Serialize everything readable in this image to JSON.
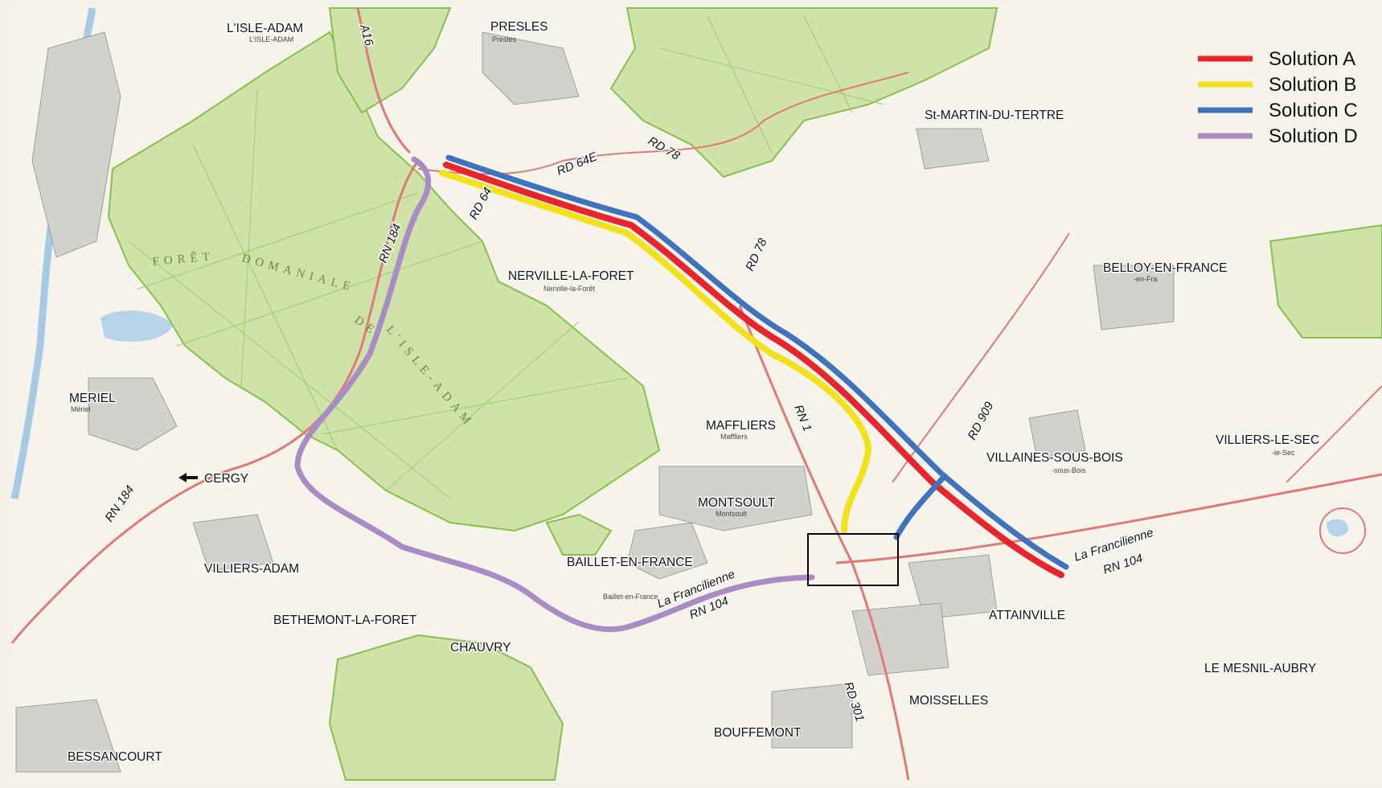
{
  "places": [
    {
      "id": "l-isle-adam",
      "label": "L'ISLE-ADAM",
      "sub": "L'ISLE-ADAM"
    },
    {
      "id": "presles",
      "label": "PRESLES",
      "sub": "Presles"
    },
    {
      "id": "st-martin-du-tertre",
      "label": "St-MARTIN-DU-TERTRE",
      "sub": ""
    },
    {
      "id": "belloy-en-france",
      "label": "BELLOY-EN-FRANCE",
      "sub": "-en-Fra"
    },
    {
      "id": "nerville-la-foret",
      "label": "NERVILLE-LA-FORET",
      "sub": "Nerville-la-Forêt"
    },
    {
      "id": "meriel",
      "label": "MERIEL",
      "sub": "Mériel"
    },
    {
      "id": "maffliers",
      "label": "MAFFLIERS",
      "sub": "Maffliers"
    },
    {
      "id": "villaines-sous-bois",
      "label": "VILLAINES-SOUS-BOIS",
      "sub": "-sous-Bois"
    },
    {
      "id": "villiers-le-sec",
      "label": "VILLIERS-LE-SEC",
      "sub": "-le-Sec"
    },
    {
      "id": "montsoult",
      "label": "MONTSOULT",
      "sub": "Montsoult"
    },
    {
      "id": "villiers-adam",
      "label": "VILLIERS-ADAM",
      "sub": ""
    },
    {
      "id": "baillet-en-france",
      "label": "BAILLET-EN-FRANCE",
      "sub": "Baillet-en-France"
    },
    {
      "id": "bethemont-la-foret",
      "label": "BETHEMONT-LA-FORET",
      "sub": ""
    },
    {
      "id": "chauvry",
      "label": "CHAUVRY",
      "sub": ""
    },
    {
      "id": "attainville",
      "label": "ATTAINVILLE",
      "sub": ""
    },
    {
      "id": "le-mesnil-aubry",
      "label": "LE MESNIL-AUBRY",
      "sub": ""
    },
    {
      "id": "moisselles",
      "label": "MOISSELLES",
      "sub": ""
    },
    {
      "id": "bouffemont",
      "label": "BOUFFEMONT",
      "sub": ""
    },
    {
      "id": "bessancourt",
      "label": "BESSANCOURT",
      "sub": ""
    }
  ],
  "roads": [
    {
      "id": "a16",
      "label": "A16"
    },
    {
      "id": "rd64e",
      "label": "RD 64E"
    },
    {
      "id": "rd78-north",
      "label": "RD 78"
    },
    {
      "id": "rd64",
      "label": "RD 64"
    },
    {
      "id": "rd78-mid",
      "label": "RD 78"
    },
    {
      "id": "rn184-north",
      "label": "RN 184"
    },
    {
      "id": "rn1",
      "label": "RN 1"
    },
    {
      "id": "rd909",
      "label": "RD 909"
    },
    {
      "id": "rn184-west",
      "label": "RN 184"
    },
    {
      "id": "francilienne-east",
      "label": "La Francilienne"
    },
    {
      "id": "rn104-east",
      "label": "RN 104"
    },
    {
      "id": "francilienne-west",
      "label": "La Francilienne"
    },
    {
      "id": "rn104-west",
      "label": "RN 104"
    },
    {
      "id": "rd301",
      "label": "RD 301"
    }
  ],
  "direction": {
    "label": "CERGY",
    "icon": "arrow-left-icon"
  },
  "forest_labels": {
    "foret": "FORÊT",
    "domaniale": "DOMANIALE",
    "de": "DE",
    "lisle_adam": "L'ISLE-ADAM"
  },
  "legend": [
    {
      "label": "Solution A",
      "color": "#e8252d"
    },
    {
      "label": "Solution B",
      "color": "#f2e21c"
    },
    {
      "label": "Solution C",
      "color": "#3f73bd"
    },
    {
      "label": "Solution D",
      "color": "#a98cc4"
    }
  ],
  "colors": {
    "background": "#f4f2e8",
    "forest": "#cfe2a8",
    "forest_edge": "#86c04e",
    "road_main": "#e07a7a",
    "urban": "#8e8e8e",
    "water": "#a6c9e6",
    "highlight_box": "#000000"
  }
}
